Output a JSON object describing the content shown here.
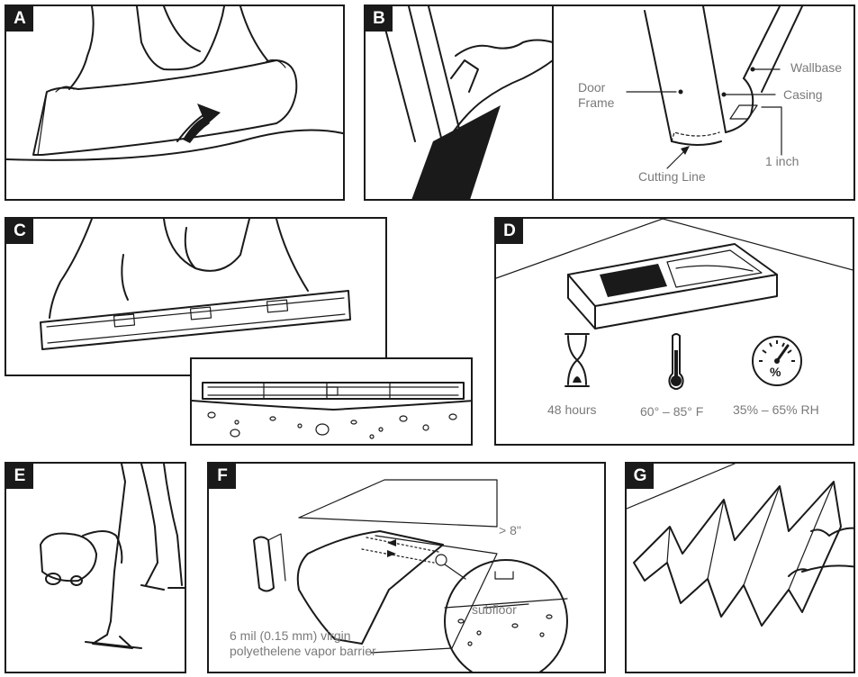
{
  "panels": {
    "a": {
      "tag": "A"
    },
    "b": {
      "tag": "B",
      "labels": {
        "wallbase": "Wallbase",
        "door_frame": "Door\nFrame",
        "casing": "Casing",
        "one_inch": "1 inch",
        "cutting_line": "Cutting Line"
      }
    },
    "c": {
      "tag": "C"
    },
    "d": {
      "tag": "D",
      "conditions": [
        {
          "icon": "hourglass-icon",
          "text": "48 hours"
        },
        {
          "icon": "thermometer-icon",
          "text": "60° – 85° F"
        },
        {
          "icon": "hygrometer-icon",
          "text": "35% – 65% RH",
          "symbol": "%"
        }
      ]
    },
    "e": {
      "tag": "E"
    },
    "f": {
      "tag": "F",
      "labels": {
        "overlap": "> 8\"",
        "subfloor": "subfloor",
        "barrier_line1": "6 mil (0.15 mm) virgin",
        "barrier_line2": "polyethelene vapor barrier"
      }
    },
    "g": {
      "tag": "G"
    }
  }
}
